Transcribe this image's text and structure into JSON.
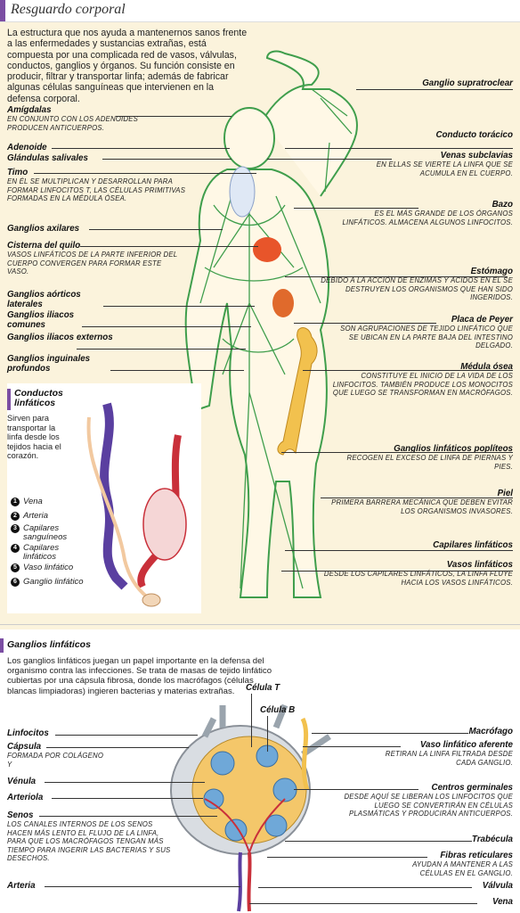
{
  "title": "Resguardo corporal",
  "intro": "La estructura que nos ayuda a mantenernos sanos frente a las enfermedades y sustancias extrañas, está compuesta por una complicada red de vasos, válvulas, conductos, ganglios y órganos. Su función consiste en producir, filtrar y transportar linfa; además de fabricar algunas células sanguíneas que intervienen en la defensa corporal.",
  "left_labels": [
    {
      "name": "Amígdalas",
      "desc": "En conjunto con los adenoides producen anticuerpos."
    },
    {
      "name": "Adenoide",
      "desc": ""
    },
    {
      "name": "Glándulas salivales",
      "desc": ""
    },
    {
      "name": "Timo",
      "desc": "En él se multiplican y desarrollan para formar linfocitos T, las células primitivas formadas en la médula ósea."
    },
    {
      "name": "Ganglios axilares",
      "desc": ""
    },
    {
      "name": "Cisterna del quilo",
      "desc": "Vasos linfáticos de la parte inferior del cuerpo convergen para formar este vaso."
    },
    {
      "name": "Ganglios aórticos laterales",
      "desc": ""
    },
    {
      "name": "Ganglios iliacos comunes",
      "desc": ""
    },
    {
      "name": "Ganglios iliacos externos",
      "desc": ""
    },
    {
      "name": "Ganglios inguinales profundos",
      "desc": ""
    }
  ],
  "right_labels": [
    {
      "name": "Ganglio supratroclear",
      "desc": ""
    },
    {
      "name": "Conducto torácico",
      "desc": ""
    },
    {
      "name": "Venas subclavias",
      "desc": "En ellas se vierte la linfa que se acumula en el cuerpo."
    },
    {
      "name": "Bazo",
      "desc": "Es el más grande de los órganos linfáticos. Almacena algunos linfocitos."
    },
    {
      "name": "Estómago",
      "desc": "Debido a la acción de enzimas y ácidos en él se destruyen los organismos que han sido ingeridos."
    },
    {
      "name": "Placa de Peyer",
      "desc": "Son agrupaciones de tejido linfático que se ubican en la parte baja del intestino delgado."
    },
    {
      "name": "Médula ósea",
      "desc": "Constituye el inicio de la vida de los linfocitos. También produce los monocitos que luego se transforman en macrófagos."
    },
    {
      "name": "Ganglios linfáticos poplíteos",
      "desc": "Recogen el exceso de linfa de piernas y pies."
    },
    {
      "name": "Piel",
      "desc": "Primera barrera mecánica que deben evitar los organismos invasores."
    },
    {
      "name": "Capilares linfáticos",
      "desc": ""
    },
    {
      "name": "Vasos linfáticos",
      "desc": "Desde los capilares linfáticos, la linfa fluye hacia los vasos linfáticos."
    }
  ],
  "conductos": {
    "title": "Conductos linfáticos",
    "desc": "Sirven para transportar la linfa desde los tejidos hacia el corazón.",
    "legend": [
      {
        "n": "1",
        "label": "Vena"
      },
      {
        "n": "2",
        "label": "Arteria"
      },
      {
        "n": "3",
        "label": "Capilares sanguíneos"
      },
      {
        "n": "4",
        "label": "Capilares linfáticos"
      },
      {
        "n": "5",
        "label": "Vaso linfático"
      },
      {
        "n": "6",
        "label": "Ganglio linfático"
      }
    ]
  },
  "ganglios": {
    "title": "Ganglios linfáticos",
    "desc": "Los ganglios linfáticos juegan un papel importante en la defensa del organismo contra las infecciones. Se trata de masas de tejido linfático cubiertas por una cápsula fibrosa, donde los macrófagos (células blancas limpiadoras) ingieren bacterias y materias extrañas.",
    "left_labels": [
      {
        "name": "Linfocitos",
        "desc": ""
      },
      {
        "name": "Cápsula",
        "desc": "Formada por colágeno y"
      },
      {
        "name": "Vénula",
        "desc": ""
      },
      {
        "name": "Arteriola",
        "desc": ""
      },
      {
        "name": "Senos",
        "desc": "Los canales internos de los senos hacen más lento el flujo de la linfa, para que los macrófagos tengan más tiempo para ingerir las bacterias y sus desechos."
      },
      {
        "name": "Arteria",
        "desc": ""
      }
    ],
    "top_labels": [
      {
        "name": "Célula T"
      },
      {
        "name": "Célula B"
      }
    ],
    "right_labels": [
      {
        "name": "Macrófago",
        "desc": ""
      },
      {
        "name": "Vaso linfático aferente",
        "desc": "Retiran la linfa filtrada desde cada ganglio."
      },
      {
        "name": "Centros germinales",
        "desc": "Desde aquí se liberan los linfocitos que luego se convertirán en células plasmáticas y producirán anticuerpos."
      },
      {
        "name": "Trabécula",
        "desc": ""
      },
      {
        "name": "Fibras reticulares",
        "desc": "Ayudan a mantener a las células en el ganglio."
      },
      {
        "name": "Válvula",
        "desc": ""
      },
      {
        "name": "Vena",
        "desc": ""
      }
    ]
  },
  "colors": {
    "accent": "#7b4ea3",
    "lymph": "#3f9e4c",
    "bone": "#f2c14e",
    "vein": "#5a3fa0",
    "artery": "#c9303a"
  }
}
